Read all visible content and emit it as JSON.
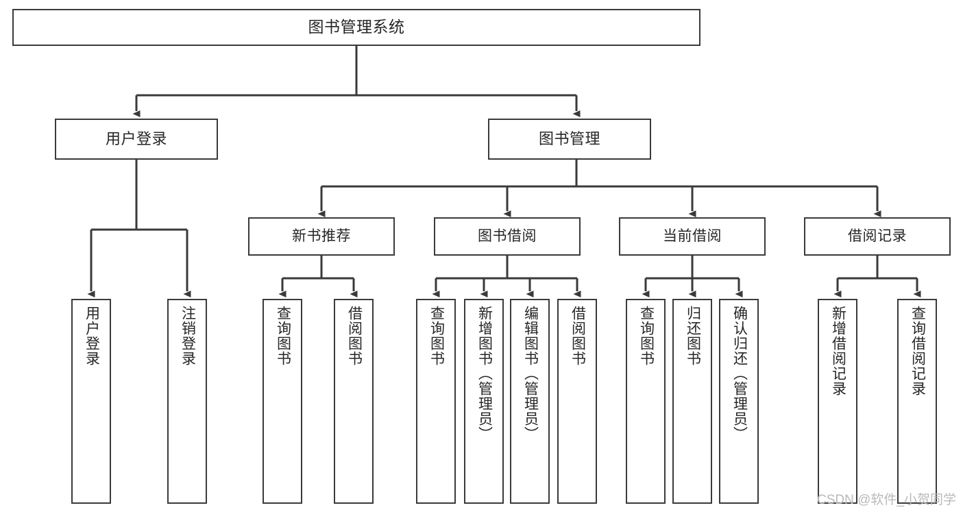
{
  "diagram": {
    "type": "tree",
    "title": "图书管理系统",
    "stroke_color": "#3a3a3a",
    "text_color": "#262626",
    "background_color": "#ffffff",
    "nodes": {
      "root": {
        "label": "图书管理系统"
      },
      "level1": [
        {
          "label": "用户登录"
        },
        {
          "label": "图书管理"
        }
      ],
      "level2": [
        {
          "label": "新书推荐"
        },
        {
          "label": "图书借阅"
        },
        {
          "label": "当前借阅"
        },
        {
          "label": "借阅记录"
        }
      ],
      "leaves": {
        "user_login": [
          {
            "label": "用户登录"
          },
          {
            "label": "注销登录"
          }
        ],
        "new_book_recommend": [
          {
            "label": "查询图书"
          },
          {
            "label": "借阅图书"
          }
        ],
        "book_borrow": [
          {
            "label": "查询图书"
          },
          {
            "label": "新增图书（管理员）"
          },
          {
            "label": "编辑图书（管理员）"
          },
          {
            "label": "借阅图书"
          }
        ],
        "current_borrow": [
          {
            "label": "查询图书"
          },
          {
            "label": "归还图书"
          },
          {
            "label": "确认归还（管理员）"
          }
        ],
        "borrow_record": [
          {
            "label": "新增借阅记录"
          },
          {
            "label": "查询借阅记录"
          }
        ]
      }
    }
  },
  "watermark": {
    "text": "CSDN @软件_小贺同学",
    "color": "#b9b9b9"
  }
}
